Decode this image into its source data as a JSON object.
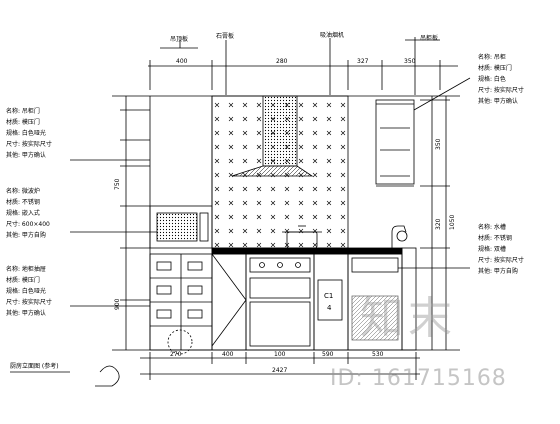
{
  "watermark": {
    "brand": "知末",
    "id": "ID: 161715168"
  },
  "drawing": {
    "top_callouts": [
      "吊顶板",
      "石膏板",
      "吸油烟机",
      "吊柜板"
    ],
    "top_dims": [
      "400",
      "280",
      "327",
      "350"
    ],
    "left_dims": [
      "750",
      "900"
    ],
    "right_dims": [
      "350",
      "320",
      "1050"
    ],
    "bottom_dims": [
      "270",
      "400",
      "100",
      "590",
      "530"
    ],
    "bottom_total": "2427",
    "cabinet_label": "C1\n4",
    "title_note": "厨房立面图 (参考)"
  },
  "notes_left": [
    {
      "lines": [
        "名称: 吊柜门",
        "材质: 模压门",
        "规格: 白色哑光",
        "尺寸: 按实际尺寸",
        "其他: 甲方确认"
      ]
    },
    {
      "lines": [
        "名称: 微波炉",
        "材质: 不锈钢",
        "规格: 嵌入式",
        "尺寸: 600×400",
        "其他: 甲方自购"
      ]
    },
    {
      "lines": [
        "名称: 地柜抽屉",
        "材质: 模压门",
        "规格: 白色哑光",
        "尺寸: 按实际尺寸",
        "其他: 甲方确认"
      ]
    }
  ],
  "notes_right": [
    {
      "lines": [
        "名称: 吊柜",
        "材质: 模压门",
        "规格: 白色",
        "尺寸: 按实际尺寸",
        "其他: 甲方确认"
      ]
    },
    {
      "lines": [
        "名称: 水槽",
        "材质: 不锈钢",
        "规格: 双槽",
        "尺寸: 按实际尺寸",
        "其他: 甲方自购"
      ]
    }
  ]
}
